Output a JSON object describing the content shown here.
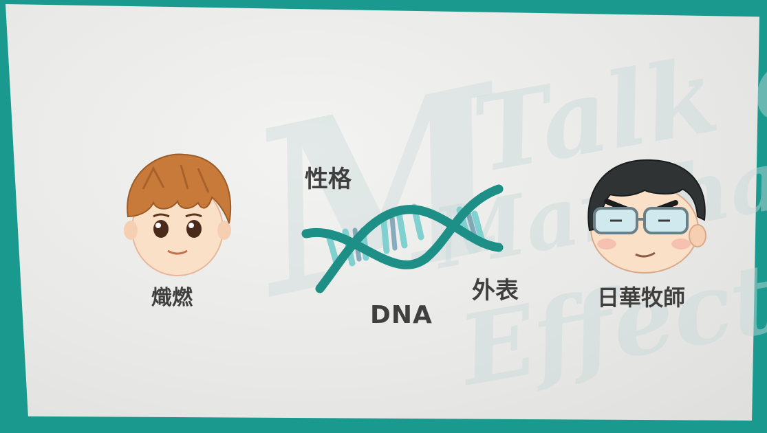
{
  "watermark": {
    "line1": "Talk on",
    "line2": "Marcha",
    "line3": "Effect"
  },
  "characters": {
    "left": {
      "name": "熾燃"
    },
    "right": {
      "name": "日華牧師"
    }
  },
  "dna": {
    "label": "DNA",
    "trait_personality": "性格",
    "trait_appearance": "外表"
  },
  "colors": {
    "frame": "#1a9a8e",
    "dna_strand": "#1e8f86",
    "dna_rung": "#7fd0cf",
    "text": "#3f3f3f"
  }
}
